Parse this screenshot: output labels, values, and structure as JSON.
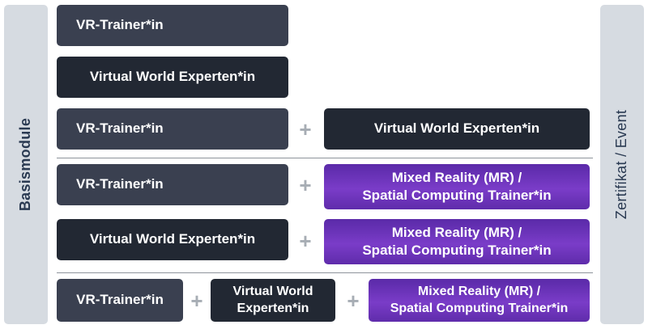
{
  "sidebar_left": {
    "label": "Basismodule"
  },
  "sidebar_right": {
    "label": "Zertifikat / Event"
  },
  "plus_sign": "+",
  "rows": [
    {
      "items": [
        "VR-Trainer*in"
      ]
    },
    {
      "items": [
        "Virtual World Experten*in"
      ]
    },
    {
      "items": [
        "VR-Trainer*in",
        "Virtual World Experten*in"
      ]
    },
    {
      "items": [
        "VR-Trainer*in",
        "Mixed Reality (MR) /\nSpatial Computing Trainer*in"
      ]
    },
    {
      "items": [
        "Virtual World Experten*in",
        "Mixed Reality (MR) /\nSpatial Computing Trainer*in"
      ]
    },
    {
      "items": [
        "VR-Trainer*in",
        "Virtual World\nExperten*in",
        "Mixed Reality (MR) /\nSpatial Computing Trainer*in"
      ]
    }
  ],
  "colors": {
    "slate": "#3a4050",
    "dark": "#222833",
    "purple": "#6a33b8",
    "sidebar": "#d6dbe1"
  }
}
